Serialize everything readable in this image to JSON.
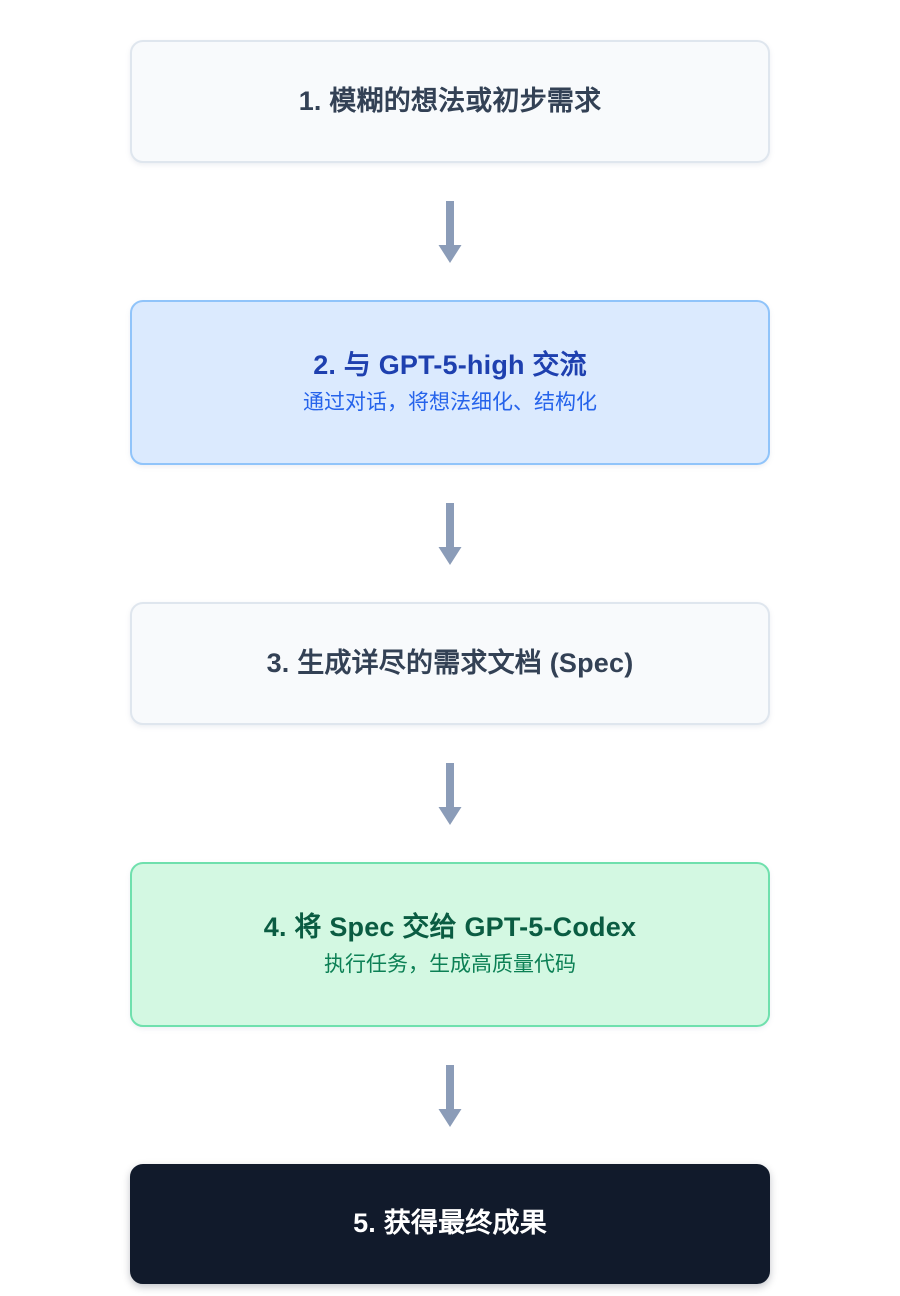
{
  "diagram": {
    "type": "vertical-flowchart",
    "orientation": "top-to-bottom",
    "background": "#ffffff",
    "arrow_color": "#8b9cb8",
    "steps": [
      {
        "id": "step-1",
        "style": "plain",
        "title": "1. 模糊的想法或初步需求",
        "subtitle": "",
        "colors": {
          "background": "#f8fafc",
          "border": "#dfe6ee",
          "text": "#334155"
        }
      },
      {
        "id": "step-2",
        "style": "blue",
        "title": "2. 与 GPT-5-high 交流",
        "subtitle": "通过对话，将想法细化、结构化",
        "colors": {
          "background": "#dbeafe",
          "border": "#90c4fa",
          "text": "#1e40af",
          "subtext": "#2563eb"
        }
      },
      {
        "id": "step-3",
        "style": "plain",
        "title": "3. 生成详尽的需求文档 (Spec)",
        "subtitle": "",
        "colors": {
          "background": "#f8fafc",
          "border": "#dfe6ee",
          "text": "#334155"
        }
      },
      {
        "id": "step-4",
        "style": "green",
        "title": "4. 将 Spec 交给 GPT-5-Codex",
        "subtitle": "执行任务，生成高质量代码",
        "colors": {
          "background": "#d3f8e2",
          "border": "#6fe0ad",
          "text": "#0a5c42",
          "subtext": "#0c8055"
        }
      },
      {
        "id": "step-5",
        "style": "dark",
        "title": "5. 获得最终成果",
        "subtitle": "",
        "colors": {
          "background": "#111a2b",
          "border": "#111a2b",
          "text": "#ffffff"
        }
      }
    ],
    "connectors": [
      {
        "id": "arrow-1-2",
        "icon": "arrow-down-icon"
      },
      {
        "id": "arrow-2-3",
        "icon": "arrow-down-icon"
      },
      {
        "id": "arrow-3-4",
        "icon": "arrow-down-icon"
      },
      {
        "id": "arrow-4-5",
        "icon": "arrow-down-icon"
      }
    ]
  }
}
